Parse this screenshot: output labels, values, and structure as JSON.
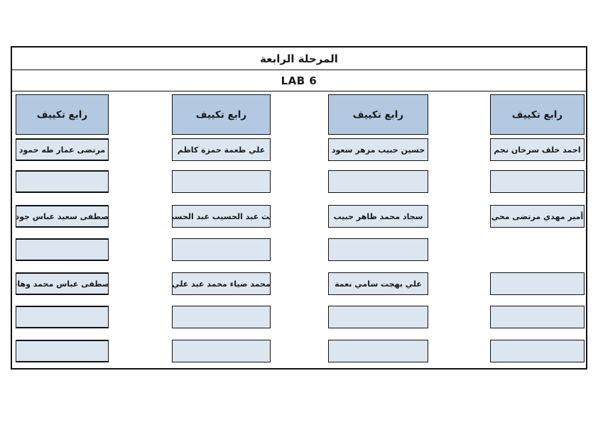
{
  "header": {
    "title": "المرحلة الرابعة",
    "subtitle": "LAB 6"
  },
  "colors": {
    "header_fill": "#b3c9e2",
    "cell_fill": "#dce6f0",
    "border": "#111111"
  },
  "columns": [
    {
      "header": "رابع تكييف",
      "slots": [
        {
          "box": true,
          "name": "مرتضى عمار طه حمود"
        },
        {
          "box": true,
          "name": ""
        },
        {
          "box": true,
          "name": "مصطفى سعيد عباس جودة"
        },
        {
          "box": true,
          "name": ""
        },
        {
          "box": true,
          "name": "مصطفى عباس محمد وهاب"
        },
        {
          "box": true,
          "name": ""
        },
        {
          "box": true,
          "name": ""
        }
      ]
    },
    {
      "header": "رابع تكييف",
      "slots": [
        {
          "box": true,
          "name": "علي طعمة حمزة كاظم"
        },
        {
          "box": true,
          "name": ""
        },
        {
          "box": true,
          "name": "غيث عبد الحسيب عبد الحسين"
        },
        {
          "box": true,
          "name": ""
        },
        {
          "box": true,
          "name": "محمد ضياء محمد عبد علي"
        },
        {
          "box": true,
          "name": ""
        },
        {
          "box": true,
          "name": ""
        }
      ]
    },
    {
      "header": "رابع تكييف",
      "slots": [
        {
          "box": true,
          "name": "حسين حبيب مزهر سعود"
        },
        {
          "box": true,
          "name": ""
        },
        {
          "box": true,
          "name": "سجاد محمد ظاهر حبيب"
        },
        {
          "box": true,
          "name": ""
        },
        {
          "box": true,
          "name": "علي بهجت سامي نعمة"
        },
        {
          "box": true,
          "name": ""
        },
        {
          "box": true,
          "name": ""
        }
      ]
    },
    {
      "header": "رابع تكييف",
      "slots": [
        {
          "box": true,
          "name": "احمد خلف سرحان نجم"
        },
        {
          "box": true,
          "name": ""
        },
        {
          "box": true,
          "name": "أمير مهدي مرتضى محي"
        },
        {
          "box": false,
          "name": ""
        },
        {
          "box": true,
          "name": ""
        },
        {
          "box": true,
          "name": ""
        },
        {
          "box": true,
          "name": ""
        }
      ]
    }
  ]
}
